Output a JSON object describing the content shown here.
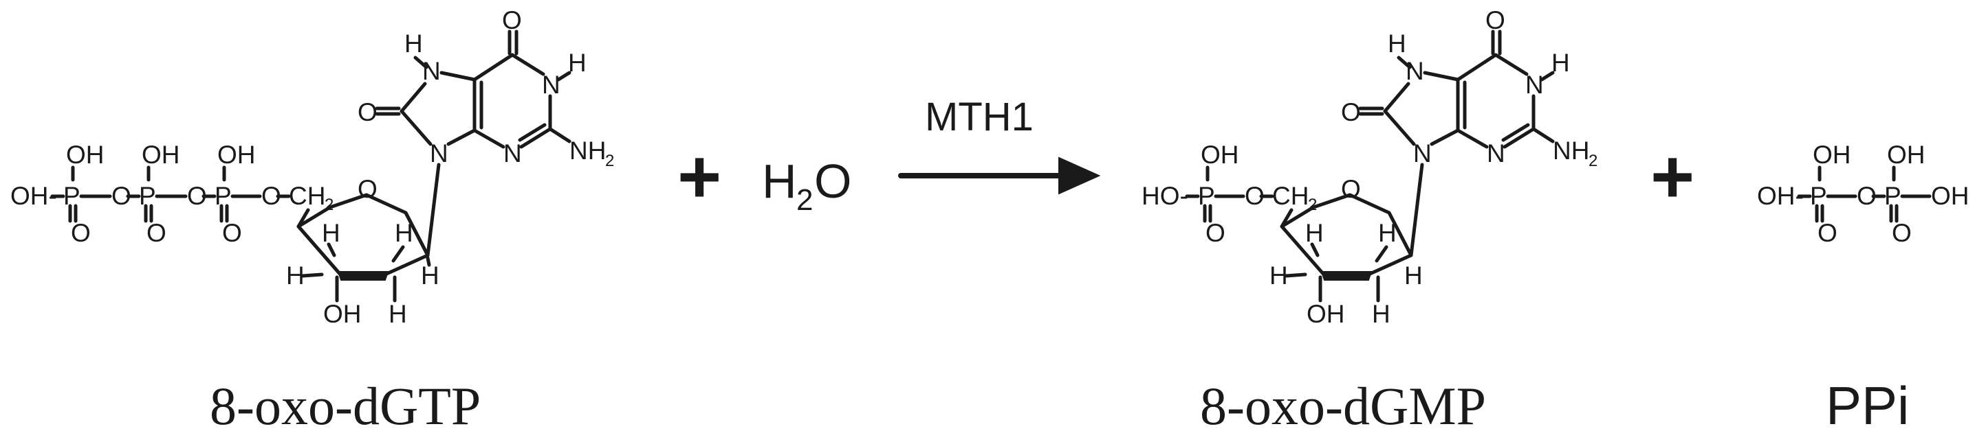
{
  "reactant_label": "8-oxo-dGTP",
  "product_label": "8-oxo-dGMP",
  "byproduct_label": "PPi",
  "enzyme": "MTH1",
  "plus_sign": "+",
  "water": {
    "symbol": "H",
    "subscript": "2",
    "oxygen": "O"
  },
  "atoms": {
    "oh": "OH",
    "o": "O",
    "p": "P",
    "h": "H",
    "n": "N",
    "nh": "NH",
    "ch": "CH",
    "two": "2",
    "oh_dash": "OH-",
    "ho_dash": "HO-"
  }
}
